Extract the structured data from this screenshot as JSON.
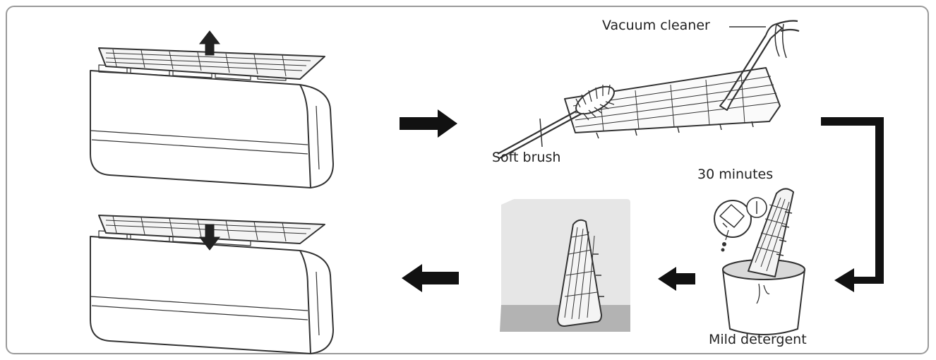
{
  "labels": {
    "vacuum": "Vacuum cleaner",
    "brush": "Soft brush",
    "soak_time": "30 minutes",
    "detergent": "Mild detergent"
  },
  "colors": {
    "line": "#333333",
    "arrow": "#111111",
    "frame": "#9a9a9a",
    "backdrop": "#e6e6e6",
    "floor": "#b3b3b3",
    "water": "#d9d9d9"
  }
}
